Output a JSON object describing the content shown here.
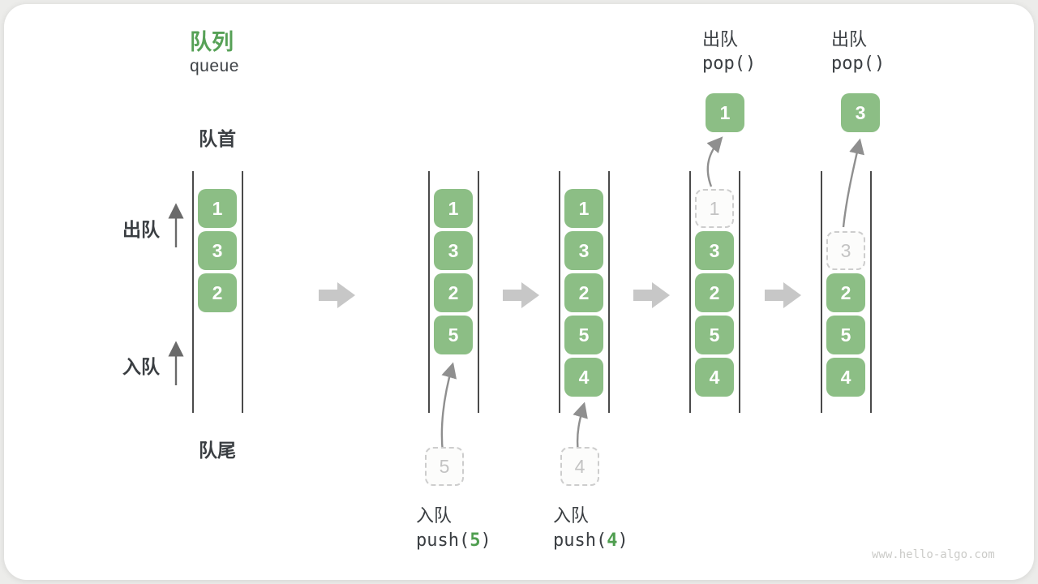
{
  "title": {
    "zh": "队列",
    "en": "queue"
  },
  "side_labels": {
    "front": "队首",
    "rear": "队尾",
    "dequeue": "出队",
    "enqueue": "入队"
  },
  "colors": {
    "item_green": "#8CBE85",
    "accent_green": "#57A157",
    "text_dark": "#3C4043",
    "line_dark": "#4A4A4A",
    "arrow_gray": "#8F8F8F",
    "block_arrow_gray": "#C7C7C7",
    "dashed_gray": "#CDCDCD"
  },
  "states": [
    {
      "boxes": [
        "1",
        "3",
        "2"
      ]
    },
    {
      "boxes": [
        "1",
        "3",
        "2",
        "5"
      ],
      "incoming": "5"
    },
    {
      "boxes": [
        "1",
        "3",
        "2",
        "5",
        "4"
      ],
      "incoming": "4"
    },
    {
      "removed": "1",
      "popped": "1",
      "boxes": [
        "3",
        "2",
        "5",
        "4"
      ]
    },
    {
      "removed": "3",
      "popped": "3",
      "boxes": [
        "2",
        "5",
        "4"
      ]
    }
  ],
  "ops": {
    "push5": {
      "name": "入队",
      "fn": "push(",
      "arg": "5",
      "close": ")"
    },
    "push4": {
      "name": "入队",
      "fn": "push(",
      "arg": "4",
      "close": ")"
    },
    "pop1": {
      "name": "出队",
      "fn": "pop()"
    },
    "pop2": {
      "name": "出队",
      "fn": "pop()"
    }
  },
  "watermark": "www.hello-algo.com"
}
